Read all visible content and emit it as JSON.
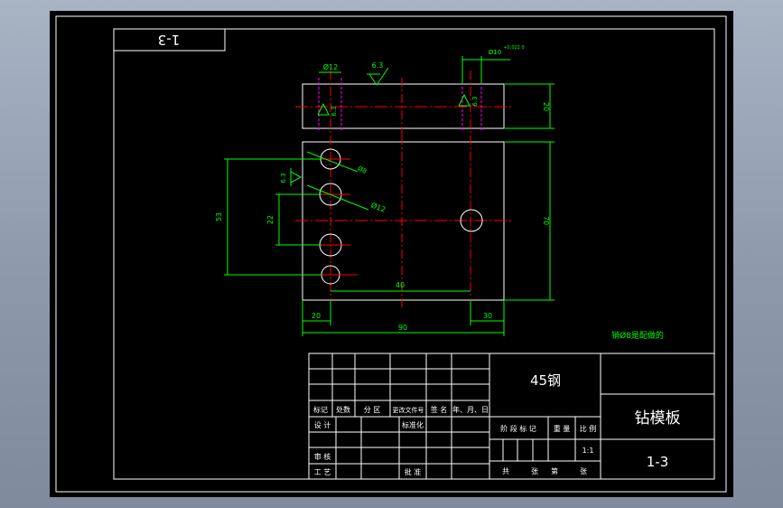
{
  "drawing": {
    "corner_label": "1-3",
    "dimensions": {
      "d_hole_top": "Ø12",
      "d_hole_side": "Ø12",
      "d_hole_small": "Ø8",
      "d_hole_right": "Ø10",
      "d_hole_right_tol": "+0.022 0",
      "roughness_1": "6.3",
      "roughness_2": "6.3",
      "roughness_3": "6.3",
      "roughness_4": "6.3",
      "thickness": "20",
      "height": "70",
      "v_dim_outer": "53",
      "v_dim_inner": "22",
      "h_spacing": "40",
      "width": "90",
      "left_offset": "20",
      "right_offset": "30"
    },
    "note": "销Ø8是配做的"
  },
  "title_block": {
    "material": "45钢",
    "part_name": "钻模板",
    "drawing_number": "1-3",
    "scale": "1:1",
    "headers": {
      "mark": "标记",
      "count": "处数",
      "zone": "分 区",
      "change_doc": "更改文件号",
      "signature": "签 名",
      "date": "年、月、日",
      "design": "设 计",
      "standardize": "标准化",
      "review": "审 核",
      "process": "工 艺",
      "approve": "批 准",
      "stage_mark": "阶 段 标 记",
      "weight": "重 量",
      "ratio": "比 例",
      "total": "共",
      "sheets": "张",
      "sheet_no": "第",
      "sheet_unit": "张"
    }
  },
  "colors": {
    "background": "#000000",
    "outline": "#ffffff",
    "dimension": "#00ff00",
    "centerline": "#ff0000",
    "hidden": "#ff00ff"
  }
}
